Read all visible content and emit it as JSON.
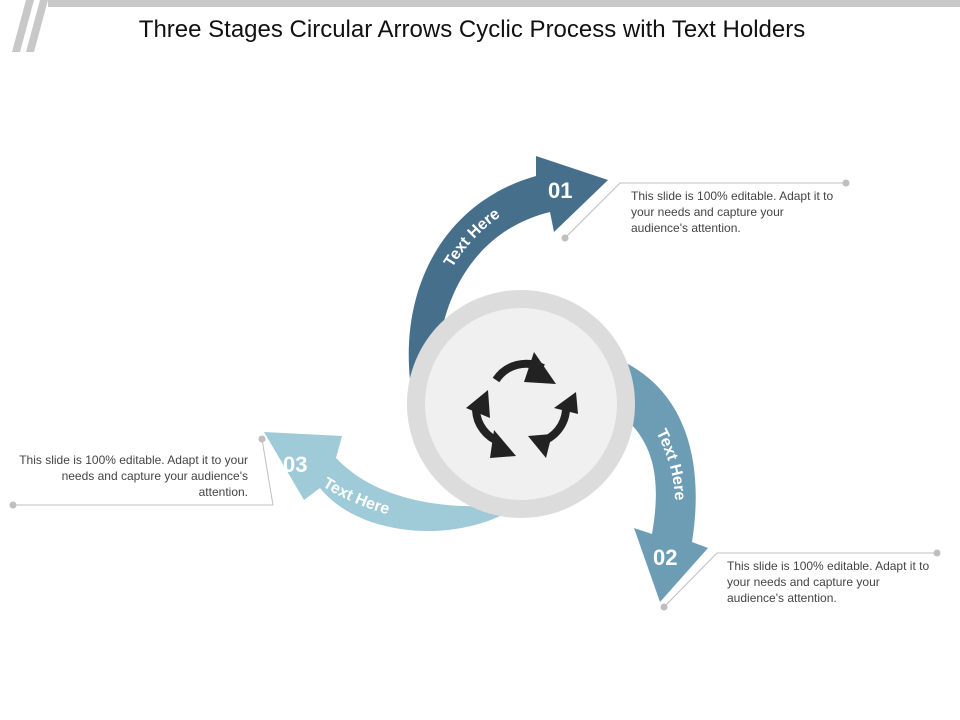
{
  "title": "Three Stages Circular Arrows Cyclic Process with Text Holders",
  "colors": {
    "stage_1": "#466f8c",
    "stage_2": "#6d9db5",
    "stage_3": "#9fcad7",
    "hub_outer": "#dcdcdc",
    "hub_inner": "#f0f0f0",
    "icon": "#222222",
    "connector": "#bfbfbf",
    "top_bar": "#c8c8c8"
  },
  "center_icon": "recycle-arrows-icon",
  "stages": [
    {
      "number": "01",
      "label": "Text Here",
      "description": "This slide is 100% editable. Adapt it to your needs and capture your audience's attention."
    },
    {
      "number": "02",
      "label": "Text Here",
      "description": "This slide is 100% editable. Adapt it to your needs and capture your audience's attention."
    },
    {
      "number": "03",
      "label": "Text Here",
      "description": "This slide is 100% editable. Adapt it to your needs and capture your audience's attention."
    }
  ]
}
